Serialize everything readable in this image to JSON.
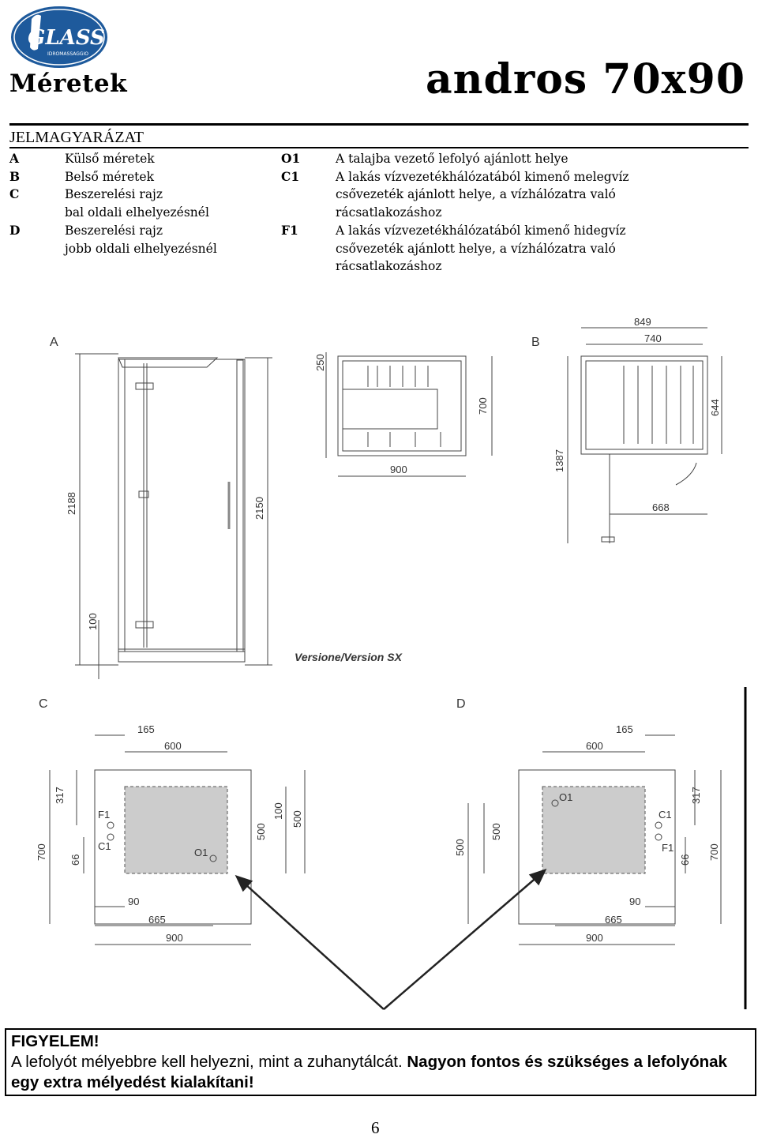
{
  "header": {
    "logo_text": "GLASS",
    "logo_subtext": "IDROMASSAGGIO",
    "title_left": "Méretek",
    "title_right": "andros 70x90"
  },
  "legend": {
    "title": "JELMAGYARÁZAT",
    "left": [
      {
        "code": "A",
        "lines": [
          "Külső méretek"
        ]
      },
      {
        "code": "B",
        "lines": [
          "Belső méretek"
        ]
      },
      {
        "code": "C",
        "lines": [
          "Beszerelési rajz",
          "bal oldali elhelyezésnél"
        ]
      },
      {
        "code": "D",
        "lines": [
          "Beszerelési rajz",
          "jobb oldali elhelyezésnél"
        ]
      }
    ],
    "right": [
      {
        "code": "O1",
        "lines": [
          "A talajba vezető lefolyó ajánlott helye"
        ]
      },
      {
        "code": "C1",
        "lines": [
          "A lakás vízvezetékhálózatából kimenő melegvíz",
          "csővezeték ajánlott helye, a vízhálózatra való",
          "rácsatlakozáshoz"
        ]
      },
      {
        "code": "F1",
        "lines": [
          "A lakás vízvezetékhálózatából kimenő hidegvíz",
          "csővezeték ajánlott helye, a vízhálózatra való",
          "rácsatlakozáshoz"
        ]
      }
    ]
  },
  "drawing": {
    "labels": {
      "A": "A",
      "B": "B",
      "C": "C",
      "D": "D"
    },
    "version": "Versione/Version SX",
    "dims_A": {
      "d250": "250",
      "d2188": "2188",
      "d2150": "2150",
      "d100": "100"
    },
    "dims_top": {
      "d700": "700",
      "d900": "900"
    },
    "dims_B": {
      "d849": "849",
      "d740": "740",
      "d644": "644",
      "d1387": "1387",
      "d668": "668"
    },
    "dims_C": {
      "d165": "165",
      "d600": "600",
      "d317": "317",
      "d700": "700",
      "d66": "66",
      "d100": "100",
      "d500a": "500",
      "d500b": "500",
      "d90": "90",
      "d665": "665",
      "d900": "900"
    },
    "dims_D": {
      "d165": "165",
      "d600": "600",
      "d317": "317",
      "d700": "700",
      "d66": "66",
      "d500a": "500",
      "d500b": "500",
      "d90": "90",
      "d665": "665",
      "d900": "900"
    },
    "points": {
      "f1": "F1",
      "c1": "C1",
      "o1": "O1"
    }
  },
  "notice": {
    "head": "FIGYELEM!",
    "normal": "A lefolyót mélyebbre kell helyezni, mint a zuhanytálcát. ",
    "bold": "Nagyon fontos és szükséges a lefolyónak egy extra mélyedést kialakítani!"
  },
  "page_number": "6",
  "colors": {
    "logo_blue": "#1e5a9c",
    "floor_grey": "#cccccc",
    "line": "#666666"
  }
}
